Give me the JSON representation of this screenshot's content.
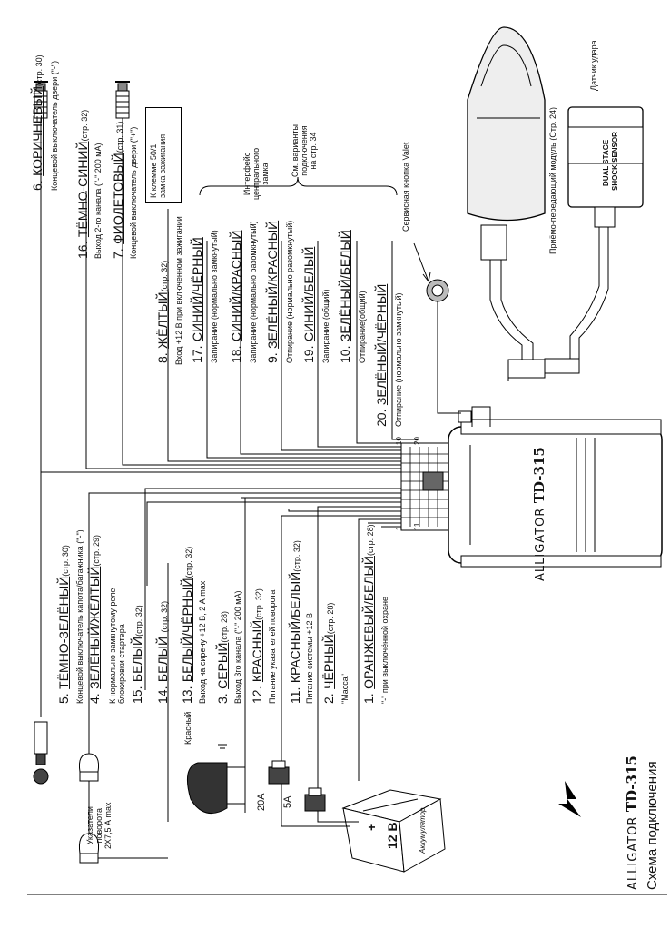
{
  "brand": {
    "name": "ALLIGATOR",
    "model": "TD-315",
    "caption": "Схема подключения",
    "unit_brand": "ALLIGATOR",
    "unit_model": "TD-315"
  },
  "wires_left": [
    {
      "num": "5.",
      "name": "ТЁМНО-ЗЕЛЁНЫЙ",
      "ref": "(стр. 30)",
      "desc": "Концевой выключатель капота/багажника (\"-\")"
    },
    {
      "num": "4.",
      "name": "ЗЕЛЁНЫЙ/ЖЁЛТЫЙ",
      "ref": "(стр. 29)",
      "desc": "К нормально замкнутому реле",
      "desc2": "блокировки стартера"
    },
    {
      "num": "15.",
      "name": "БЕЛЫЙ",
      "ref": "(стр. 32)",
      "desc": ""
    },
    {
      "num": "14.",
      "name": "БЕЛЫЙ",
      "ref": "(стр. 32)",
      "desc": ""
    },
    {
      "num": "13.",
      "name": "БЕЛЫЙ/ЧЁРНЫЙ",
      "ref": "(стр. 32)",
      "desc": "Выход на сирену +12 В, 2 А max"
    },
    {
      "num": "3.",
      "name": "СЕРЫЙ",
      "ref": "(стр. 28)",
      "desc": "Выход 3го канала (\"-\" 200 мА)"
    },
    {
      "num": "12.",
      "name": "КРАСНЫЙ",
      "ref": "(стр. 32)",
      "desc": "Питание указателей поворота"
    },
    {
      "num": "11.",
      "name": "КРАСНЫЙ/БЕЛЫЙ",
      "ref": "(стр. 32)",
      "desc": "Питание системы +12 В"
    },
    {
      "num": "2.",
      "name": "ЧЁРНЫЙ",
      "ref": "(стр. 28)",
      "desc": "\"Масса\""
    },
    {
      "num": "1.",
      "name": "ОРАНЖЕВЫЙ/БЕЛЫЙ",
      "ref": "(стр. 28)",
      "desc": "\"-\" при выключённой охране"
    }
  ],
  "wires_top": [
    {
      "num": "6.",
      "name": "КОРИЧНЕВЫЙ",
      "ref": "(стр. 30)",
      "desc": "Концевой выключатель двери (\"-\")"
    },
    {
      "num": "16.",
      "name": "ТЁМНО-СИНИЙ",
      "ref": "(стр. 32)",
      "desc": "Выход 2-го канала (\"-\" 200 мА)"
    },
    {
      "num": "7.",
      "name": "ФИОЛЕТОВЫЙ",
      "ref": "(стр. 31)",
      "desc": "Концевой выключатель двери (\"+\")"
    },
    {
      "num": "8.",
      "name": "ЖЁЛТЫЙ",
      "ref": "(стр. 32)",
      "desc": "Вход +12 В при включенном зажигании"
    },
    {
      "num": "17.",
      "name": "СИНИЙ/ЧЁРНЫЙ",
      "ref": "",
      "desc": "Запирание (нормально замкнутый)"
    },
    {
      "num": "18.",
      "name": "СИНИЙ/КРАСНЫЙ",
      "ref": "",
      "desc": "Запирание (нормально разомкнутый)"
    },
    {
      "num": "9.",
      "name": "ЗЕЛЁНЫЙ/КРАСНЫЙ",
      "ref": "",
      "desc": "Отпирание (нормально разомкнутый)"
    },
    {
      "num": "19.",
      "name": "СИНИЙ/БЕЛЫЙ",
      "ref": "",
      "desc": "Запирание (общий)"
    },
    {
      "num": "10.",
      "name": "ЗЕЛЁНЫЙ/БЕЛЫЙ",
      "ref": "",
      "desc": "Отпирание(общий)"
    },
    {
      "num": "20.",
      "name": "ЗЕЛЁНЫЙ/ЧЁРНЫЙ",
      "ref": "",
      "desc": "Отпирание (нормально замкнутый)"
    }
  ],
  "notes": {
    "ignition_box": [
      "К клемме 50/1",
      "замка зажигания"
    ],
    "interface": [
      "Интерфейс",
      "центрального",
      "замка"
    ],
    "variants": [
      "См. варианты",
      "подключения",
      "на стр. 34"
    ],
    "valet": "Сервисная  кнопка Valet",
    "transceiver": "Приёмо-передающий модуль (Стр. 24)",
    "shock": "Датчик удара",
    "shock_label_1": "DUAL STAGE",
    "shock_label_2": "SHOCK SENSOR",
    "turn_signals": [
      "Указатели",
      "поворота",
      "2Х7,5 А max"
    ],
    "red": "Красный",
    "fuse_20": "20A",
    "fuse_5": "5A",
    "battery_volt": "12 В",
    "battery_word": "Аккумулятор",
    "plus": "+",
    "pin_1": "1",
    "pin_11": "11",
    "pin_10": "10",
    "pin_20": "20"
  }
}
